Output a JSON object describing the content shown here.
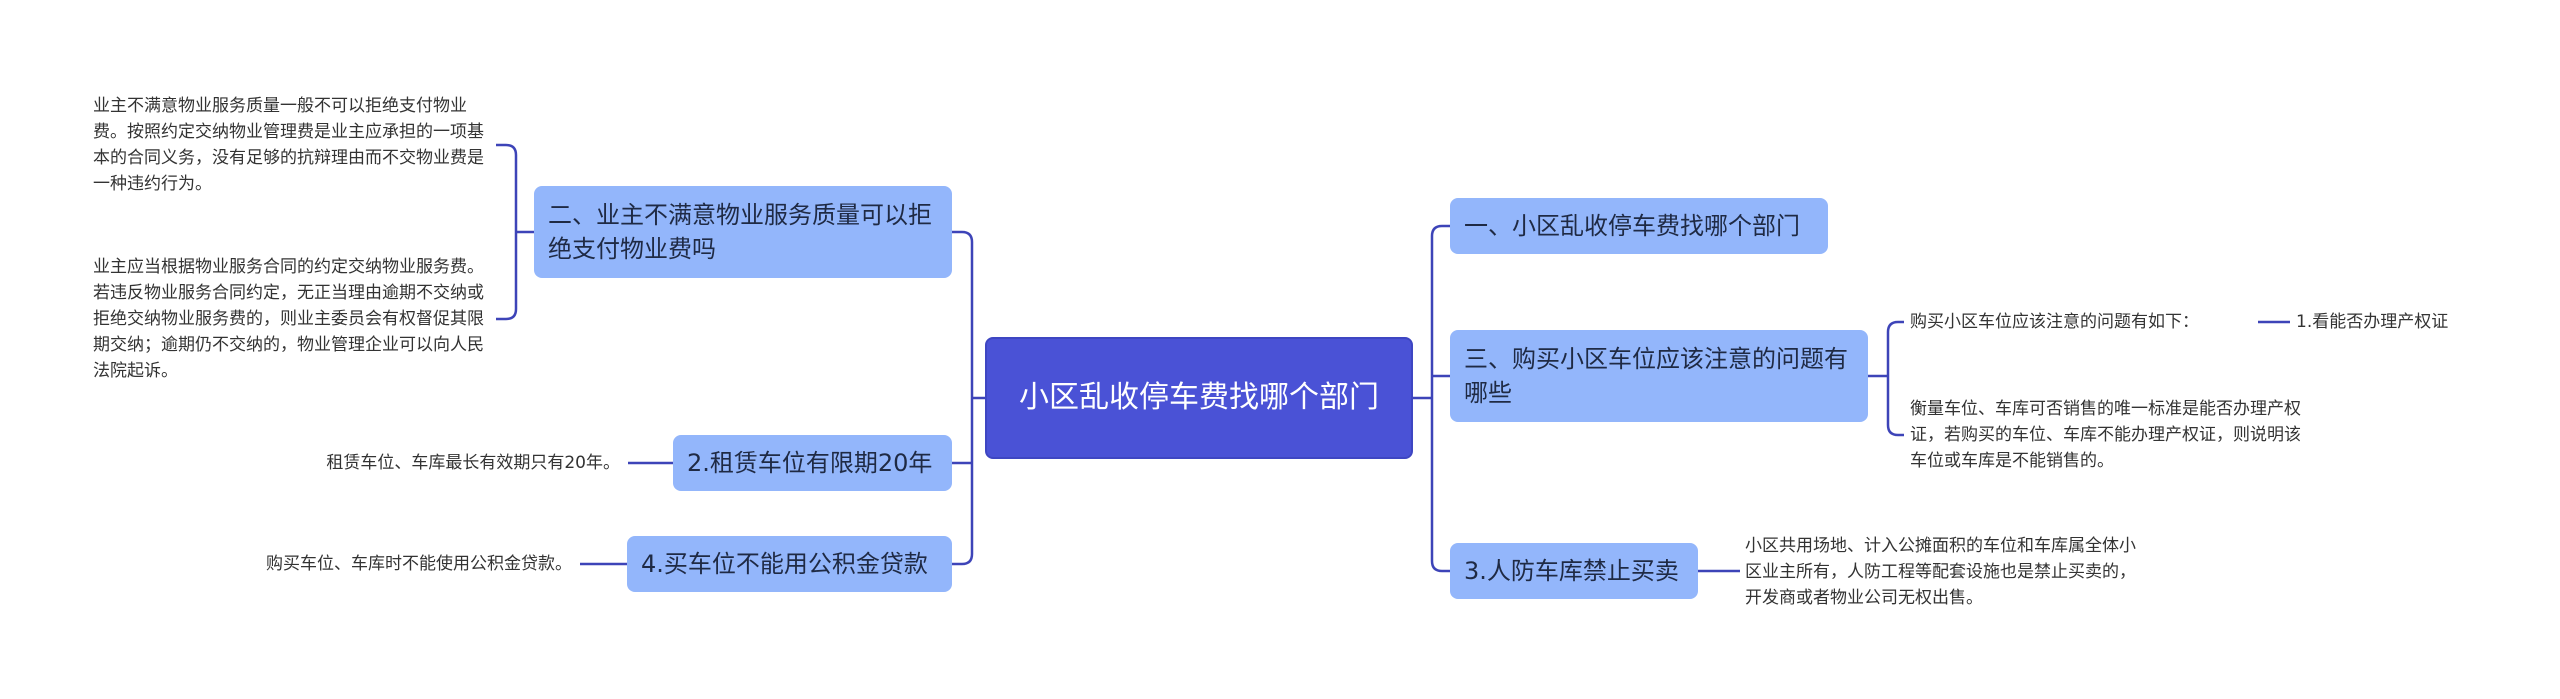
{
  "root": {
    "label": "小区乱收停车费找哪个部门"
  },
  "branches": {
    "b2": "二、业主不满意物业服务质量可以拒绝支付物业费吗",
    "b_rent": "2.租赁车位有限期20年",
    "b_loan": "4.买车位不能用公积金贷款",
    "b1": "一、小区乱收停车费找哪个部门",
    "b3": "三、购买小区车位应该注意的问题有哪些",
    "b_civil": "3.人防车库禁止买卖"
  },
  "leaves": {
    "b2_1": "业主不满意物业服务质量一般不可以拒绝支付物业费。按照约定交纳物业管理费是业主应承担的一项基本的合同义务，没有足够的抗辩理由而不交物业费是一种违约行为。",
    "b2_2": "业主应当根据物业服务合同的约定交纳物业服务费。若违反物业服务合同约定，无正当理由逾期不交纳或拒绝交纳物业服务费的，则业主委员会有权督促其限期交纳；逾期仍不交纳的，物业管理企业可以向人民法院起诉。",
    "rent_1": "租赁车位、车库最长有效期只有20年。",
    "loan_1": "购买车位、车库时不能使用公积金贷款。",
    "b3_1": "购买小区车位应该注意的问题有如下：",
    "b3_1_1": "1.看能否办理产权证",
    "b3_2": "衡量车位、车库可否销售的唯一标准是能否办理产权证，若购买的车位、车库不能办理产权证，则说明该车位或车库是不能销售的。",
    "civil_1": "小区共用场地、计入公摊面积的车位和车库属全体小区业主所有，人防工程等配套设施也是禁止买卖的，开发商或者物业公司无权出售。"
  },
  "colors": {
    "root": "#4a52d6",
    "branch": "#93b6fb",
    "line": "#3d44b8"
  }
}
